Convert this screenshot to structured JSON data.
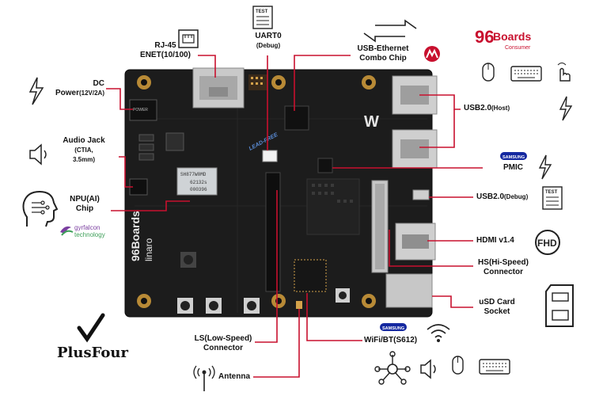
{
  "labels": {
    "rj45": "RJ-45",
    "enet": "ENET(10/100)",
    "uart": "UART0",
    "uart_sub": "(Debug)",
    "usb_eth_1": "USB-Ethernet",
    "usb_eth_2": "Combo Chip",
    "dc": "DC",
    "dc_power": "Power",
    "dc_power_sub": "(12V/2A)",
    "audio_1": "Audio Jack",
    "audio_2": "(CTIA,",
    "audio_3": "3.5mm)",
    "npu_1": "NPU(AI)",
    "npu_2": "Chip",
    "usb_host": "USB2.0",
    "usb_host_sub": "(Host)",
    "pmic": "PMIC",
    "samsung_pmic": "SAMSUNG",
    "usb_debug": "USB2.0",
    "usb_debug_sub": "(Debug)",
    "hdmi": "HDMI v1.4",
    "fhd": "FHD",
    "hs_1": "HS(Hi-Speed)",
    "hs_2": "Connector",
    "usd_1": "uSD Card",
    "usd_2": "Socket",
    "ls_1": "LS(Low-Speed)",
    "ls_2": "Connector",
    "wifi": "WiFi/BT(S612)",
    "samsung_wifi": "SAMSUNG",
    "antenna": "Antenna",
    "gyrfalcon_1": "gyrfalcon",
    "gyrfalcon_2": "technology",
    "plusfour": "PlusFour",
    "boards_num": "96",
    "boards": "Boards",
    "consumer": "Consumer",
    "test_tag": "TEST"
  },
  "board_silkscreen": {
    "lead_free": "LEAD-FREE",
    "brand": "96Boards",
    "linaro": "linaro",
    "npu_chip_1": "SH877W0MD",
    "npu_chip_2": "62132s",
    "npu_chip_3": "000396",
    "wajid": "W"
  },
  "colors": {
    "callout_line": "#c8102e",
    "board": "#1c1c1c",
    "brand_red": "#c8102e",
    "gold": "#d4a24a"
  }
}
